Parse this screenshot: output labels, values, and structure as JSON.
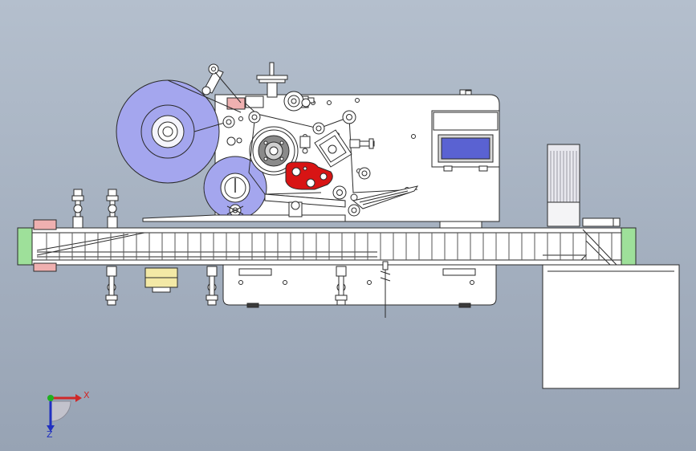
{
  "scene": {
    "title": "",
    "background_top": "#b4bfcd",
    "background_bottom": "#97a3b4"
  },
  "triad": {
    "x_label": "X",
    "z_label": "Z",
    "x_color": "#d02828",
    "y_color": "#20b020",
    "z_color": "#2030c0"
  },
  "colors": {
    "label_reel": "#a4a6ee",
    "liner_reel": "#a4a6ee",
    "machine_panel": "#ffffff",
    "outline": "#2a2a2a",
    "pressure_roller": "#d81414",
    "hmi_screen": "#5a62d2",
    "motor_body": "#e8e8ee",
    "conveyor_end_cap": "#9ee09a",
    "bracket_pink": "#efb0b0",
    "sensor_yellow": "#f3e9a6"
  },
  "components": [
    {
      "name": "label-supply-reel"
    },
    {
      "name": "liner-rewind-reel"
    },
    {
      "name": "drive-roller"
    },
    {
      "name": "pressure-roller"
    },
    {
      "name": "hmi-touch-panel"
    },
    {
      "name": "conveyor-motor"
    },
    {
      "name": "belt-conveyor"
    },
    {
      "name": "collection-table"
    }
  ]
}
